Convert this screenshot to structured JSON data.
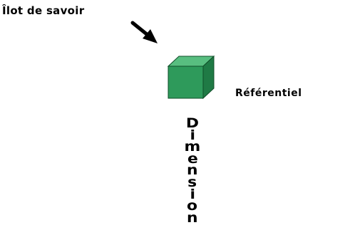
{
  "diagram": {
    "top_label": "Îlot de savoir",
    "side_label": "Référentiel",
    "vertical_word": "Dimension",
    "colors": {
      "cube_front": "#2e9a5b",
      "cube_top": "#58be80",
      "cube_side": "#1f7a45",
      "cube_edge": "#0f4d28",
      "text": "#000000"
    },
    "icons": [
      "arrow-icon",
      "cube-icon"
    ]
  }
}
